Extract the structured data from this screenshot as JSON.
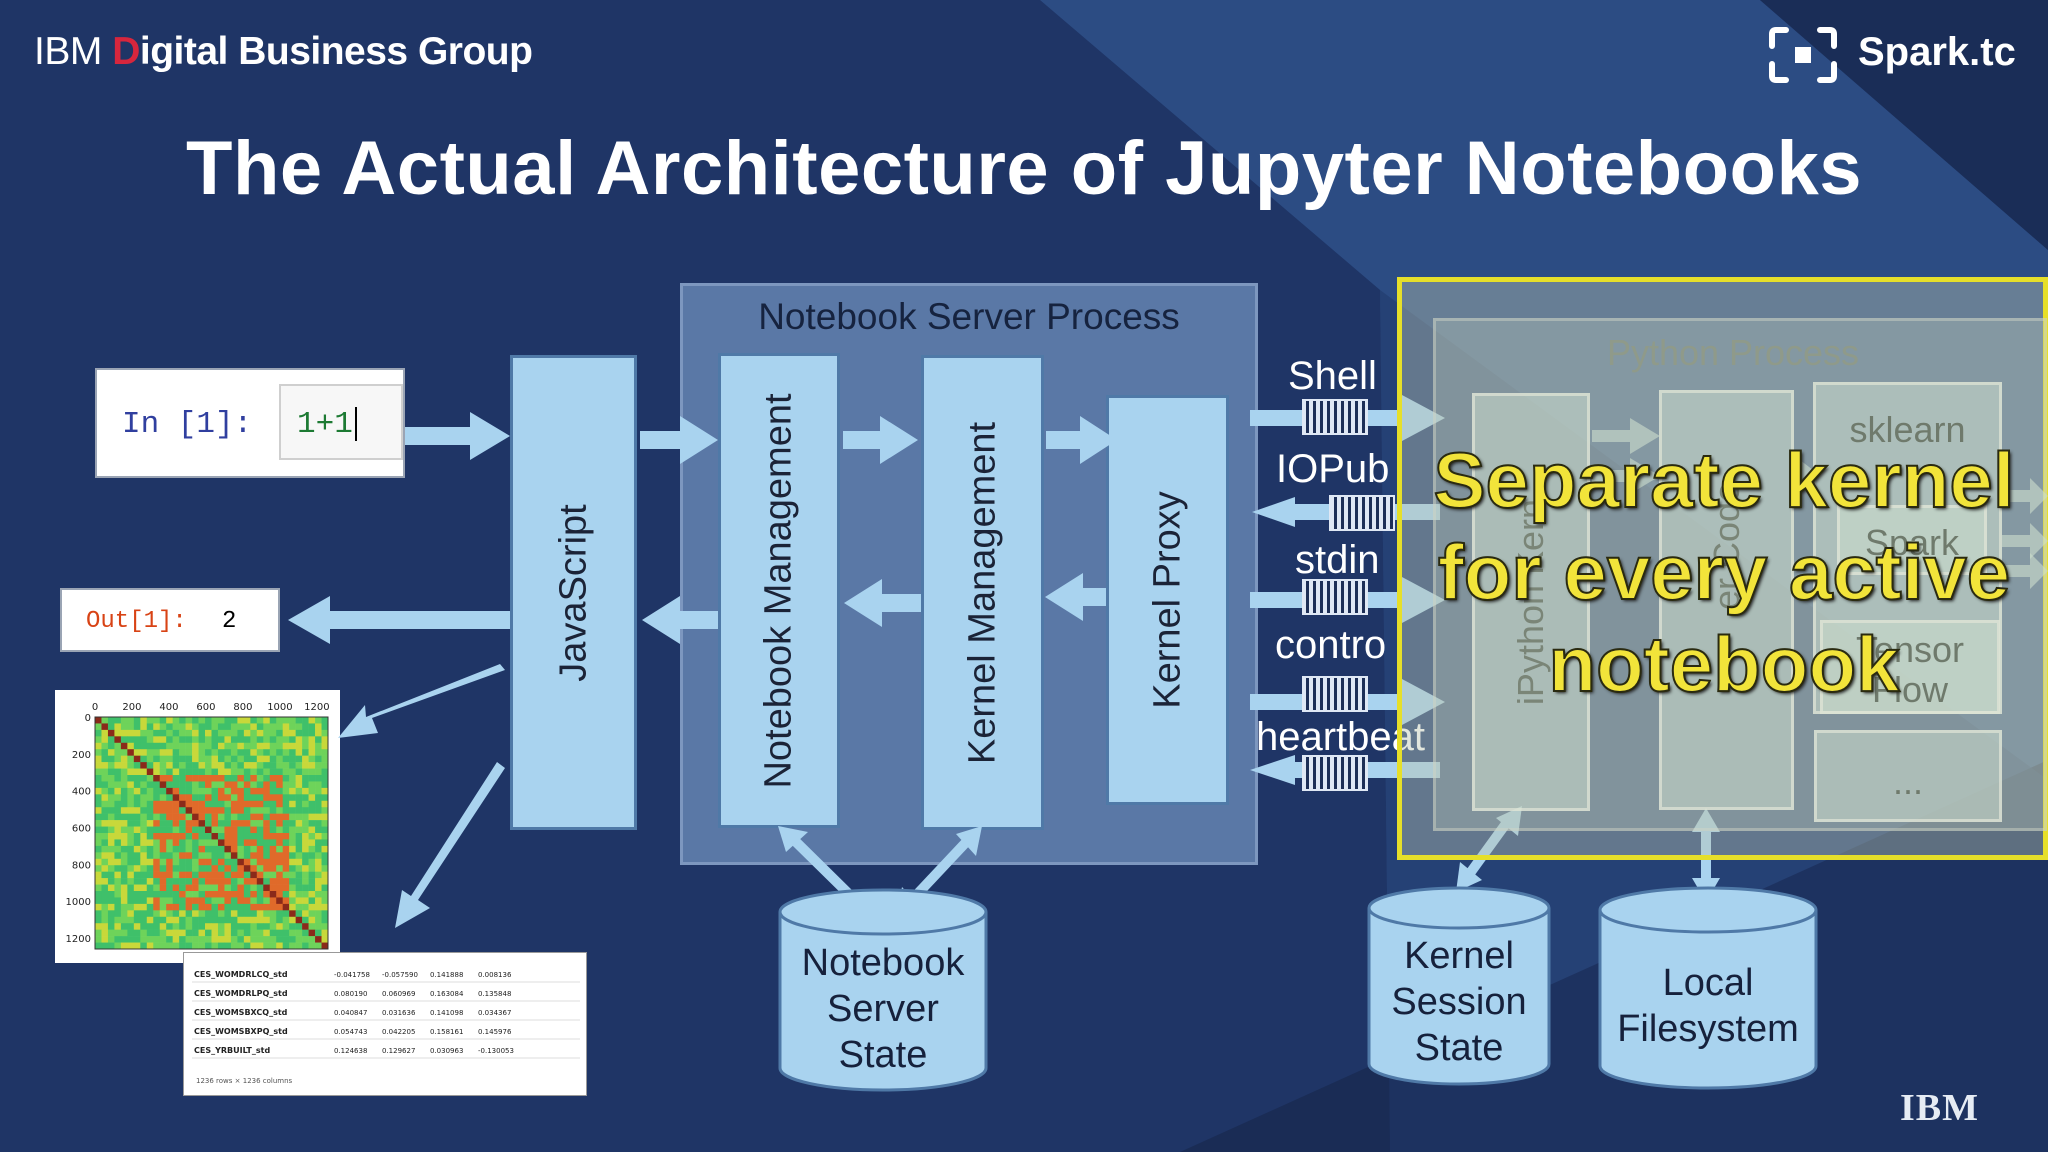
{
  "header": {
    "org_prefix": "IBM",
    "org_first_letter": "D",
    "org_name_rest": "igital Business Group",
    "brand": "Spark.tc"
  },
  "title": "The Actual Architecture of Jupyter Notebooks",
  "notebook_cell": {
    "in_prompt": "In [1]:",
    "in_code": "1+1",
    "out_prompt": "Out[1]:",
    "out_value": "2"
  },
  "heatmap": {
    "x_ticks": [
      "0",
      "200",
      "400",
      "600",
      "800",
      "1000",
      "1200"
    ],
    "y_ticks": [
      "0",
      "200",
      "400",
      "600",
      "800",
      "1000",
      "1200"
    ]
  },
  "table_preview": {
    "rows": [
      [
        "CES_WOMDRLCQ_std",
        "-0.041758",
        "-0.057590",
        "0.141888",
        "0.008136"
      ],
      [
        "CES_WOMDRLPQ_std",
        "0.080190",
        "0.060969",
        "0.163084",
        "0.135848"
      ],
      [
        "CES_WOMSBXCQ_std",
        "0.040847",
        "0.031636",
        "0.141098",
        "0.034367"
      ],
      [
        "CES_WOMSBXPQ_std",
        "0.054743",
        "0.042205",
        "0.158161",
        "0.145976"
      ],
      [
        "CES_YRBUILT_std",
        "0.124638",
        "0.129627",
        "0.030963",
        "-0.130053"
      ]
    ],
    "footer": "1236 rows × 1236 columns"
  },
  "diagram": {
    "javascript": "JavaScript",
    "server_process": "Notebook Server Process",
    "notebook_management": "Notebook Management",
    "kernel_management": "Kernel Management",
    "kernel_proxy": "Kernel Proxy",
    "channels": [
      "Shell",
      "IOPub",
      "stdin",
      "contro",
      "heartbeat"
    ],
    "python_process": "Python Process",
    "ipython_kernel": "iPython Kern",
    "user_code": "er Code",
    "libraries": [
      "sklearn",
      "Spark",
      "Tensor",
      "Flow",
      "..."
    ],
    "notebook_state_lines": [
      "Notebook",
      "Server",
      "State"
    ],
    "kernel_state_lines": [
      "Kernel",
      "Session",
      "State"
    ],
    "filesystem_lines": [
      "Local",
      "Filesystem"
    ]
  },
  "overlay_caption": [
    "Separate kernel",
    "for every active",
    "notebook"
  ],
  "footer_logo": "IBM",
  "colors": {
    "background_dark": "#1f3566",
    "background_band": "#2e4f86",
    "box_fill": "#a9d3ef",
    "server_fill": "#5a78a6",
    "highlight_yellow": "#e6df2a",
    "ibm_red": "#d7263d"
  }
}
